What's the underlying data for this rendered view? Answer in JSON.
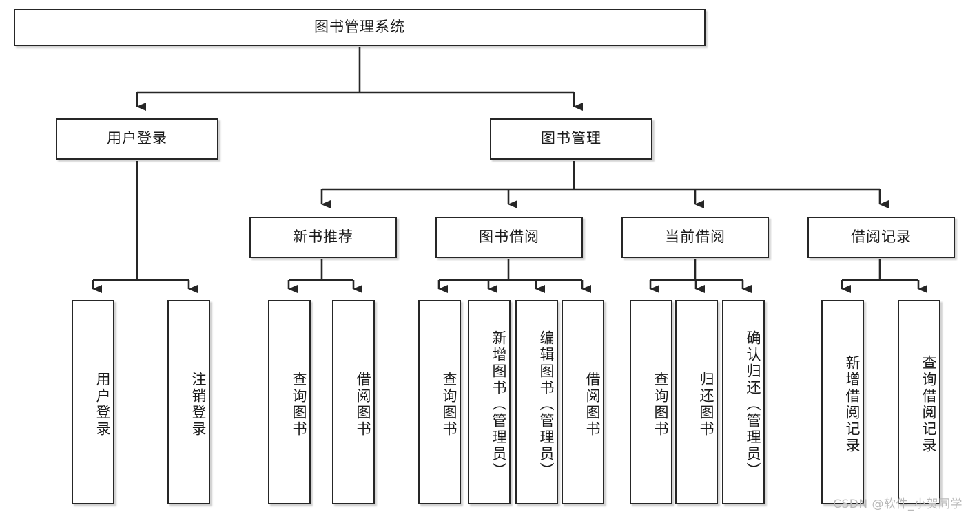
{
  "diagram": {
    "type": "tree-hierarchy",
    "title": "图书管理系统",
    "background_color": "#ffffff",
    "box_border_color": "#262626",
    "connector_color": "#262626",
    "levels": 4,
    "root": {
      "id": "root",
      "label": "图书管理系统"
    },
    "level2": [
      {
        "id": "user-login",
        "label": "用户登录"
      },
      {
        "id": "book-manage",
        "label": "图书管理"
      }
    ],
    "level3": [
      {
        "id": "new-book-rec",
        "label": "新书推荐"
      },
      {
        "id": "book-borrow",
        "label": "图书借阅"
      },
      {
        "id": "current-borrow",
        "label": "当前借阅"
      },
      {
        "id": "borrow-record",
        "label": "借阅记录"
      }
    ],
    "leaves": {
      "user_login": [
        {
          "id": "leaf-user-login",
          "label": "用户登录"
        },
        {
          "id": "leaf-logout",
          "label": "注销登录"
        }
      ],
      "new_book_rec": [
        {
          "id": "leaf-query-book-1",
          "label": "查询图书"
        },
        {
          "id": "leaf-borrow-book-1",
          "label": "借阅图书"
        }
      ],
      "book_borrow": [
        {
          "id": "leaf-query-book-2",
          "label": "查询图书"
        },
        {
          "id": "leaf-add-book",
          "label": "新增图书（管理员）"
        },
        {
          "id": "leaf-edit-book",
          "label": "编辑图书（管理员）"
        },
        {
          "id": "leaf-borrow-book-2",
          "label": "借阅图书"
        }
      ],
      "current_borrow": [
        {
          "id": "leaf-query-book-3",
          "label": "查询图书"
        },
        {
          "id": "leaf-return-book",
          "label": "归还图书"
        },
        {
          "id": "leaf-confirm-return",
          "label": "确认归还（管理员）"
        }
      ],
      "borrow_record": [
        {
          "id": "leaf-add-record",
          "label": "新增借阅记录"
        },
        {
          "id": "leaf-query-record",
          "label": "查询借阅记录"
        }
      ]
    }
  },
  "watermark": {
    "text": "CSDN @软件_小贺同学"
  }
}
